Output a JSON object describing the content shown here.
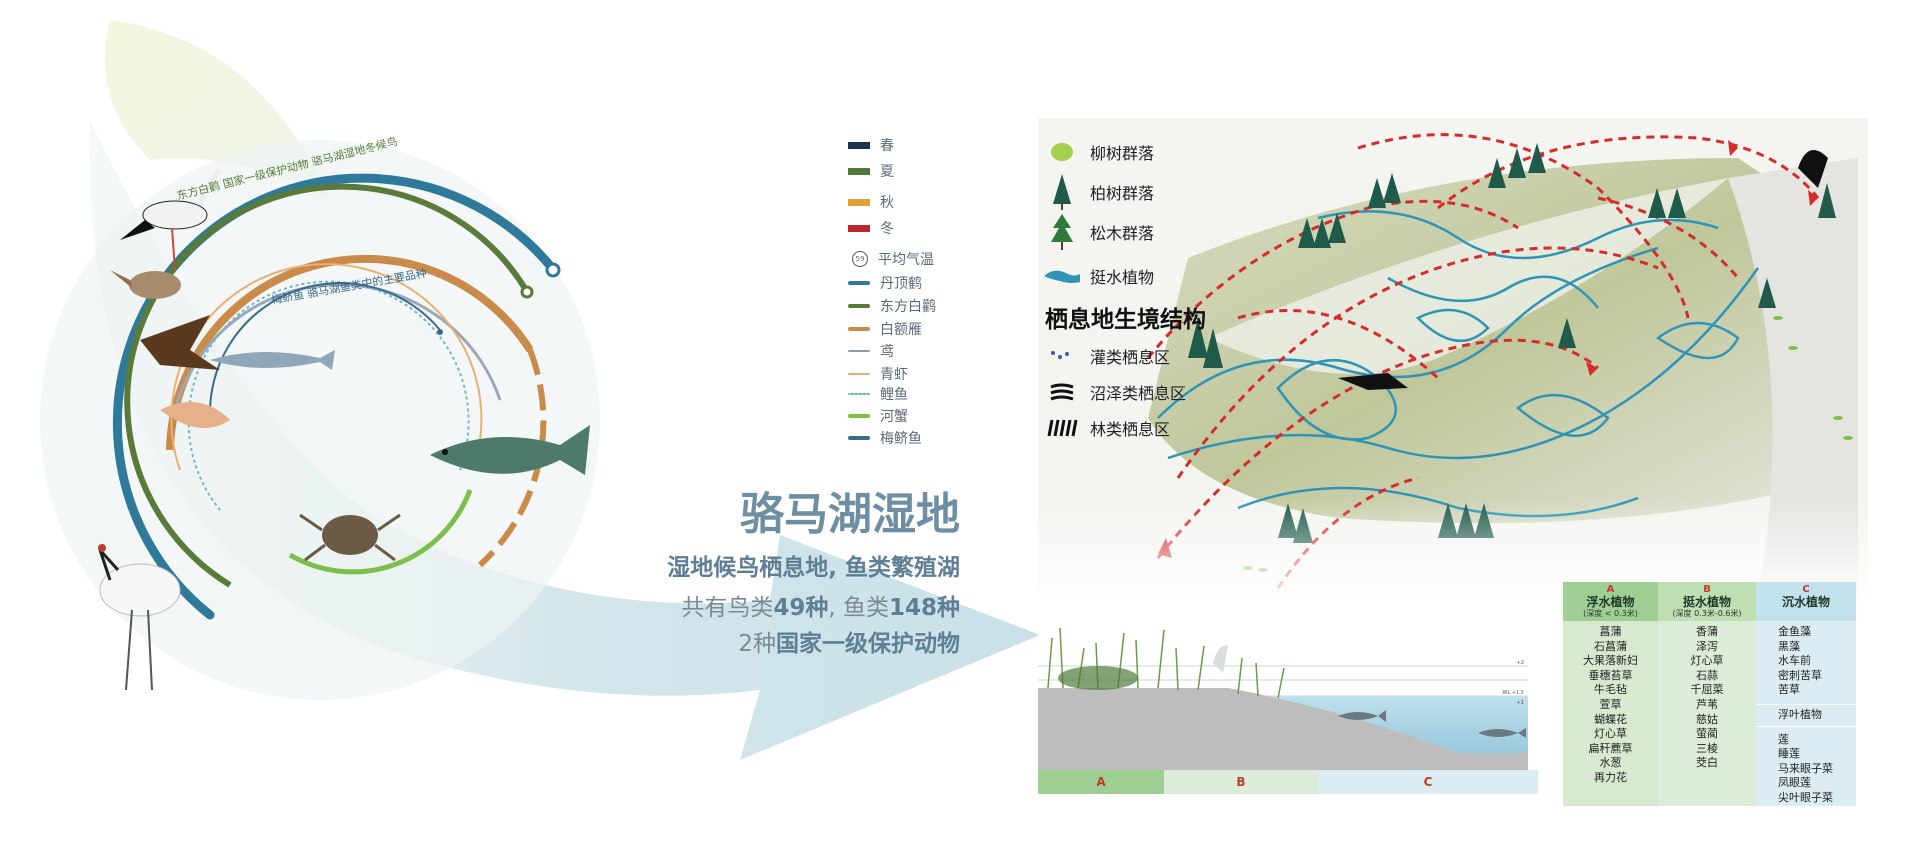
{
  "title": "骆马湖湿地",
  "subtitle_lines": {
    "line1": "湿地候鸟栖息地, 鱼类繁殖湖",
    "line2_prefix": "共有鸟类",
    "line2_birds": "49种",
    "line2_mid": ", 鱼类",
    "line2_fish": "148种",
    "line3_prefix": "2种",
    "line3_bold": "国家一级保护动物"
  },
  "season_legend": [
    {
      "label": "春",
      "color": "#1f3350"
    },
    {
      "label": "夏",
      "color": "#4f7a3a"
    },
    {
      "label": "秋",
      "color": "#e0a03a"
    },
    {
      "label": "冬",
      "color": "#b8282e"
    }
  ],
  "temperature_legend": {
    "label": "平均气温",
    "badge": "59"
  },
  "species_legend": [
    {
      "label": "丹顶鹤",
      "color": "#2f7a9a"
    },
    {
      "label": "东方白鹳",
      "color": "#5a7a3a"
    },
    {
      "label": "白额雁",
      "color": "#c98a4a"
    },
    {
      "label": "鸢",
      "color": "#8a9ab0"
    },
    {
      "label": "青虾",
      "color": "#e8b070"
    },
    {
      "label": "鲤鱼",
      "color": "#6fb8c8"
    },
    {
      "label": "河蟹",
      "color": "#7cbf4a"
    },
    {
      "label": "梅鲚鱼",
      "color": "#3a6a8a"
    }
  ],
  "habitat_legend": [
    {
      "label": "柳树群落",
      "icon": "willow-icon"
    },
    {
      "label": "柏树群落",
      "icon": "cypress-icon"
    },
    {
      "label": "松木群落",
      "icon": "pine-icon"
    },
    {
      "label": "挺水植物",
      "icon": "emergent-plant-icon"
    }
  ],
  "structure_title": "栖息地生境结构",
  "structure_legend": [
    {
      "label": "灌类栖息区",
      "icon": "shrub-habitat-icon"
    },
    {
      "label": "沼泽类栖息区",
      "icon": "marsh-habitat-icon"
    },
    {
      "label": "林类栖息区",
      "icon": "forest-habitat-icon"
    }
  ],
  "ring_labels": [
    "东方白鹳 国家一级保护动物 骆马湖湿地冬候鸟",
    "梅鲚鱼 骆马湖鱼类中的主要品种"
  ],
  "section_labels": [
    "A",
    "B",
    "C"
  ],
  "plant_table": {
    "columns": [
      {
        "letter": "A",
        "name": "浮水植物",
        "depth": "(深度 < 0.3米)",
        "items": [
          "菖蒲",
          "石菖蒲",
          "大果落新妇",
          "垂穗苔草",
          "牛毛毡",
          "萱草",
          "蝴蝶花",
          "灯心草",
          "扁秆藨草",
          "水葱",
          "再力花"
        ]
      },
      {
        "letter": "B",
        "name": "挺水植物",
        "depth": "(深度 0.3米-0.6米)",
        "items": [
          "香蒲",
          "泽泻",
          "灯心草",
          "石蒜",
          "千屈菜",
          "芦苇",
          "慈姑",
          "萤蔺",
          "三棱",
          "茭白"
        ]
      },
      {
        "letter": "C",
        "name": "沉水植物",
        "depth": "",
        "items": [
          "金鱼藻",
          "黑藻",
          "水车前",
          "密刺苦草",
          "苦草"
        ],
        "sub_name": "浮叶植物",
        "sub_items": [
          "莲",
          "睡莲",
          "马来眼子菜",
          "凤眼莲",
          "尖叶眼子菜"
        ]
      }
    ]
  },
  "section_levels": [
    "+2",
    "WL +1.5",
    "+1"
  ]
}
